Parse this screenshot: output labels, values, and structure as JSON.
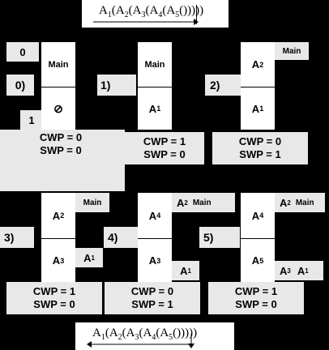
{
  "top_expr": {
    "parts": [
      "A",
      "1",
      "(A",
      "2",
      "(A",
      "3",
      "(A",
      "4",
      "(A",
      "5",
      "(",
      ")))))"
    ]
  },
  "bottom_expr": {
    "parts": [
      "A",
      "1",
      "(A",
      "2",
      "(A",
      "3",
      "(A",
      "4",
      "(A",
      "5",
      "(",
      ")))))"
    ]
  },
  "labels": {
    "zero": "0",
    "one": "1",
    "step0": "0)",
    "step1": "1)",
    "step2": "2)",
    "step3": "3)",
    "step4": "4)",
    "step5": "5)"
  },
  "stacks": {
    "s0": {
      "top": "Main",
      "bottom": "⊘",
      "cwp": "CWP = 0",
      "swp": "SWP = 0"
    },
    "s1": {
      "top": "Main",
      "bottom_main": "A",
      "bottom_sub": "1",
      "cwp": "CWP = 1",
      "swp": "SWP = 0"
    },
    "s2": {
      "top_main": "A",
      "top_sub": "2",
      "bottom_main": "A",
      "bottom_sub": "1",
      "side": "Main",
      "cwp": "CWP = 0",
      "swp": "SWP = 1"
    },
    "s3": {
      "top_main": "A",
      "top_sub": "2",
      "bottom_main": "A",
      "bottom_sub": "3",
      "side_top": "Main",
      "side_bot_main": "A",
      "side_bot_sub": "1",
      "cwp": "CWP = 1",
      "swp": "SWP = 0"
    },
    "s4": {
      "top_main": "A",
      "top_sub": "4",
      "bottom_main": "A",
      "bottom_sub": "3",
      "side_top_main": "A",
      "side_top_sub": "2",
      "side_top_extra": "Main",
      "side_bot_main": "A",
      "side_bot_sub": "1",
      "cwp": "CWP = 0",
      "swp": "SWP = 1"
    },
    "s5": {
      "top_main": "A",
      "top_sub": "4",
      "bottom_main": "A",
      "bottom_sub": "5",
      "side_top_main": "A",
      "side_top_sub": "2",
      "side_top_extra": "Main",
      "side_bot_a": "A",
      "side_bot_a_sub": "3",
      "side_bot_b": "A",
      "side_bot_b_sub": "1",
      "cwp": "CWP = 1",
      "swp": "SWP = 0"
    }
  },
  "colors": {
    "background": "#000000",
    "panel": "#ffffff",
    "label_bg": "#e8e8e8"
  }
}
